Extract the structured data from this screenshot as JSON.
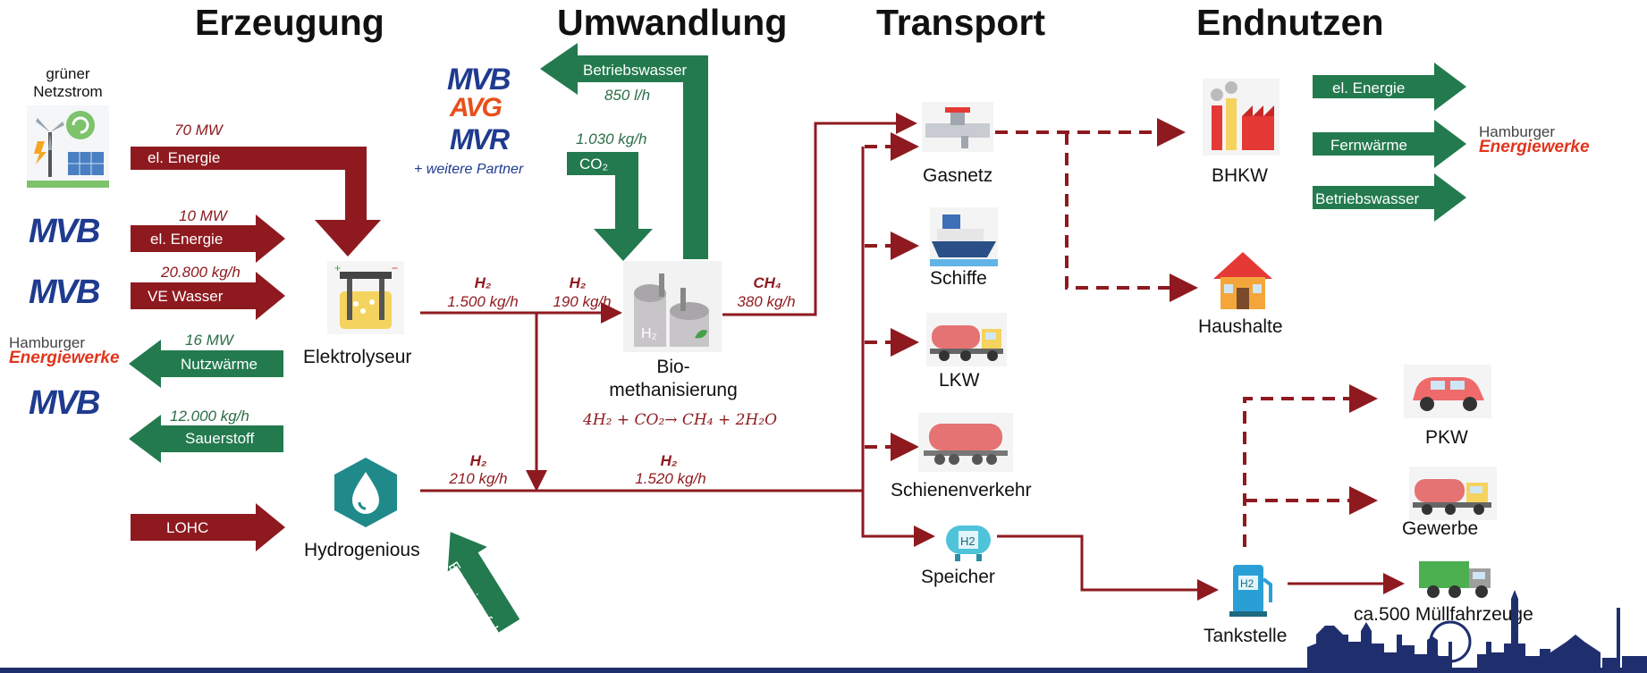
{
  "headers": {
    "erzeugung": "Erzeugung",
    "umwandlung": "Umwandlung",
    "transport": "Transport",
    "endnutzen": "Endnutzen"
  },
  "sources": {
    "gruener_netzstrom_1": "grüner",
    "gruener_netzstrom_2": "Netzstrom",
    "mvb": "MVB",
    "avg": "AVG",
    "mvr": "MVR",
    "weitere_partner": "+ weitere Partner",
    "hamburger": "Hamburger",
    "energiewerke": "Energiewerke"
  },
  "inputs": {
    "el_energie_1_value": "70 MW",
    "el_energie_1_label": "el. Energie",
    "el_energie_2_value": "10 MW",
    "el_energie_2_label": "el. Energie",
    "ve_wasser_value": "20.800 kg/h",
    "ve_wasser_label": "VE Wasser",
    "nutzwaerme_value": "16 MW",
    "nutzwaerme_label": "Nutzwärme",
    "sauerstoff_value": "12.000 kg/h",
    "sauerstoff_label": "Sauerstoff",
    "lohc_label": "LOHC",
    "energiezufuhr_label": "Energiezufuhr"
  },
  "conversion": {
    "elektrolyseur": "Elektrolyseur",
    "hydrogenious": "Hydrogenious",
    "biomethanisierung_1": "Bio-",
    "biomethanisierung_2": "methanisierung",
    "formula": "4H₂ + CO₂→ CH₄ + 2H₂O",
    "betriebswasser_label": "Betriebswasser",
    "betriebswasser_value": "850 l/h",
    "co2_label": "CO₂",
    "co2_value": "1.030 kg/h"
  },
  "flows": {
    "h2_1_species": "H₂",
    "h2_1_value": "1.500 kg/h",
    "h2_2_species": "H₂",
    "h2_2_value": "190 kg/h",
    "ch4_species": "CH₄",
    "ch4_value": "380 kg/h",
    "h2_3_species": "H₂",
    "h2_3_value": "210 kg/h",
    "h2_4_species": "H₂",
    "h2_4_value": "1.520 kg/h"
  },
  "transport": {
    "gasnetz": "Gasnetz",
    "schiffe": "Schiffe",
    "lkw": "LKW",
    "schienenverkehr": "Schienenverkehr",
    "speicher": "Speicher"
  },
  "endnutzen": {
    "bhkw": "BHKW",
    "haushalte": "Haushalte",
    "el_energie": "el. Energie",
    "fernwaerme": "Fernwärme",
    "betriebswasser": "Betriebswasser",
    "pkw": "PKW",
    "gewerbe": "Gewerbe",
    "muellfahrzeuge": "ca.500 Müllfahrzeuge",
    "tankstelle": "Tankstelle"
  },
  "colors": {
    "red": "#8e1a1f",
    "green": "#237a4e",
    "navy": "#1f3b8f"
  }
}
